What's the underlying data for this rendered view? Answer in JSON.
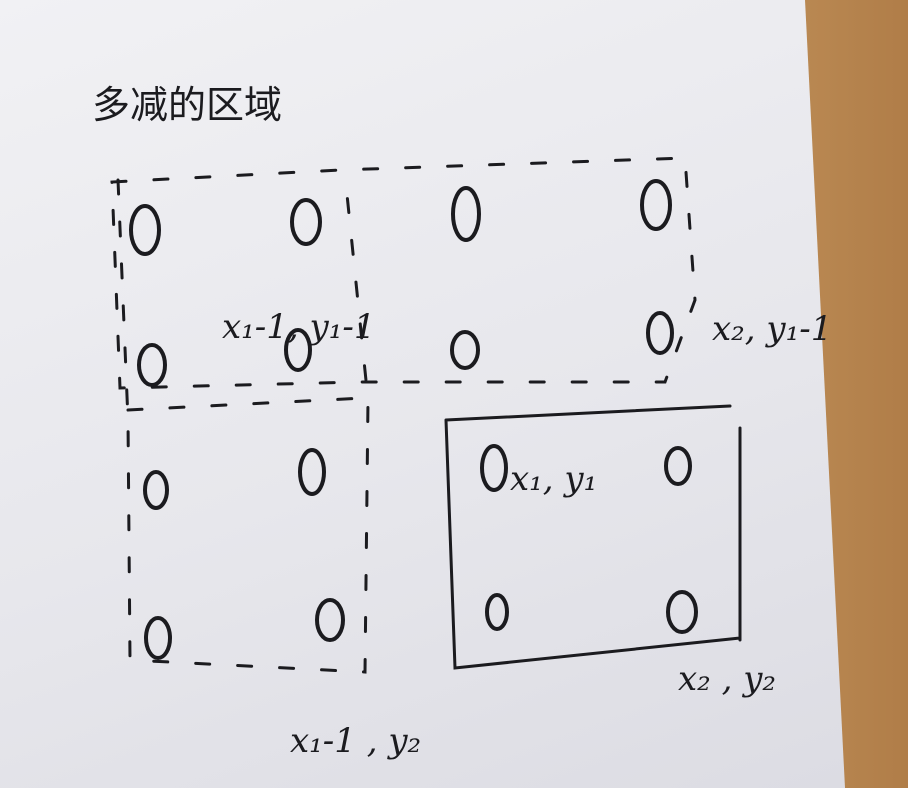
{
  "title": "多减的区域",
  "labels": {
    "top_left_corner": "x₁-1, y₁-1",
    "right_corner": "x₂, y₁-1",
    "rect_top_left": "x₁, y₁",
    "rect_bottom_right": "x₂ , y₂",
    "bottom_corner": "x₁-1 , y₂"
  },
  "grid": {
    "symbol": "O",
    "rows": 4,
    "columns": 4
  },
  "colors": {
    "ink": "#1b1b1f",
    "paper": "#ebebf0",
    "wood": "#b98a55"
  }
}
